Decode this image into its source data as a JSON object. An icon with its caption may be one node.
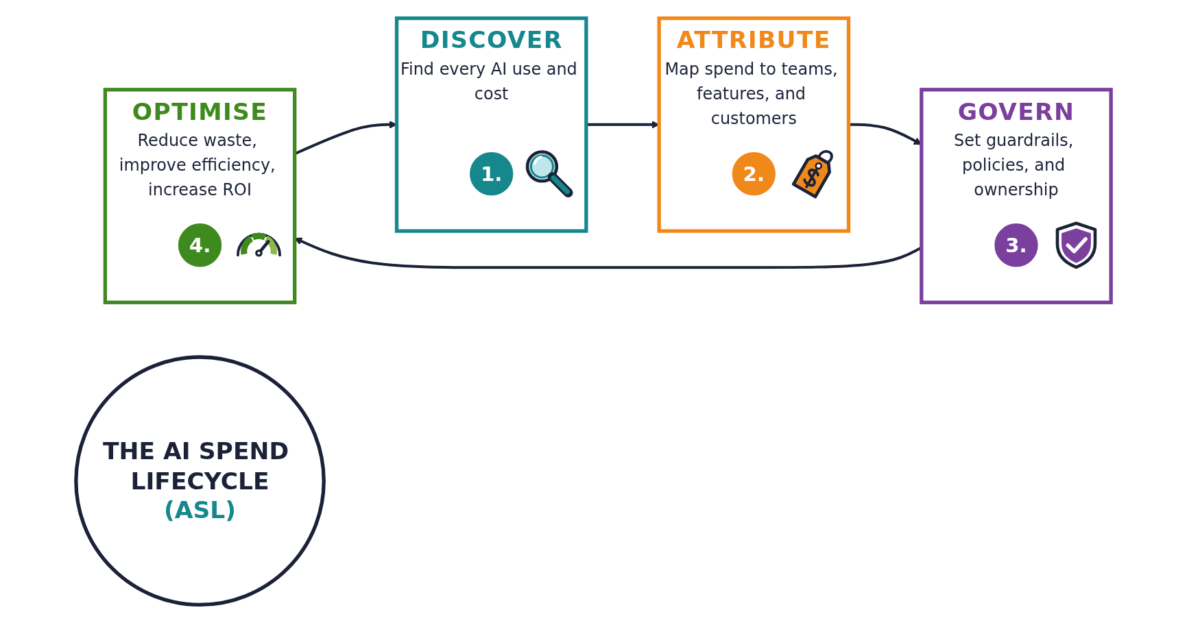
{
  "diagram": {
    "nodes": [
      {
        "text": [
          "DISCOVER",
          "Find every AI use and cost"
        ]
      },
      {
        "text": [
          "1."
        ],
        "in": 0
      },
      {
        "text": [
          "ATTRIBUTE",
          "Map spend to teams, features, and customers"
        ]
      },
      {
        "text": [
          "2."
        ],
        "in": 2
      },
      {
        "text": [
          "GOVERN",
          "Set guardrails, policies, and ownership"
        ]
      },
      {
        "text": [
          "3."
        ],
        "in": 4
      },
      {
        "text": [
          "OPTIMISE",
          "Reduce waste, improve efficiency, increase ROI"
        ]
      },
      {
        "text": [
          "4."
        ],
        "in": 6
      },
      {
        "text": [
          "THE AI SPEND LIFECYCLE",
          "(ASL)"
        ]
      }
    ],
    "edges": [
      {
        "from": 0,
        "to": 2,
        "arrow": "to"
      },
      {
        "from": 2,
        "to": 4,
        "arrow": "to"
      },
      {
        "from": 4,
        "to": 6,
        "arrow": "to"
      },
      {
        "from": 6,
        "to": 0,
        "arrow": "to"
      }
    ]
  }
}
